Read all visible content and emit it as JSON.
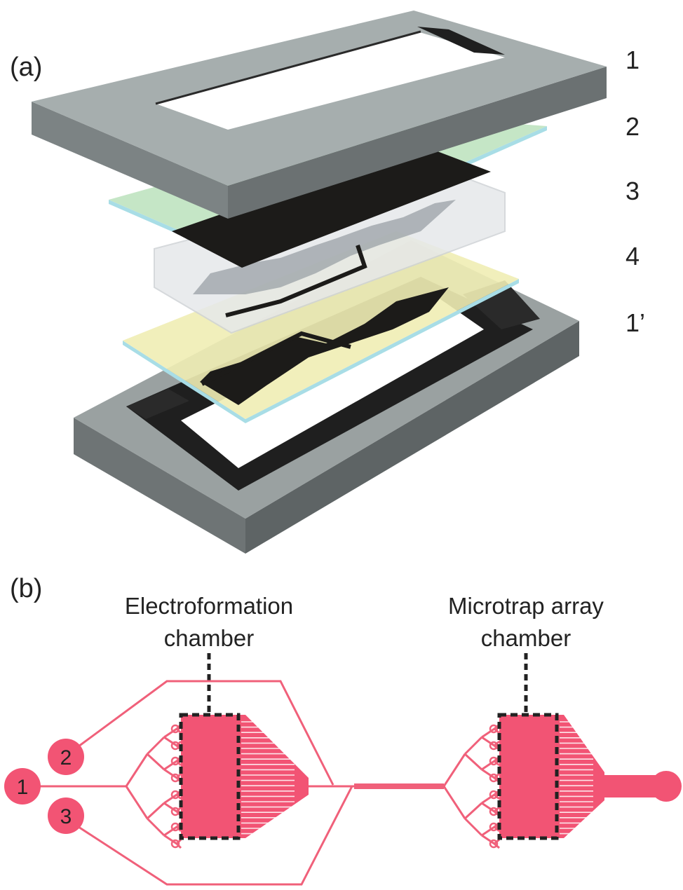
{
  "panel_a": {
    "label": "(a)",
    "layer_numbers": [
      "1",
      "2",
      "3",
      "4",
      "1’"
    ]
  },
  "panel_b": {
    "label": "(b)",
    "chambers": [
      {
        "line1": "Electroformation",
        "line2": "chamber"
      },
      {
        "line1": "Microtrap array",
        "line2": "chamber"
      }
    ],
    "ports": [
      "1",
      "2",
      "3"
    ]
  },
  "colors": {
    "channel": "#f0607a",
    "chamber_fill": "#f25474",
    "frame_top": "#a6aeae",
    "frame_side": "#7c8384",
    "green_glass": "#bfe3c0",
    "yellow_glass": "#f0edb4",
    "glass_edge": "#a8dde6",
    "electrode": "#1c1b19",
    "pdms": "#e6e8ea"
  }
}
